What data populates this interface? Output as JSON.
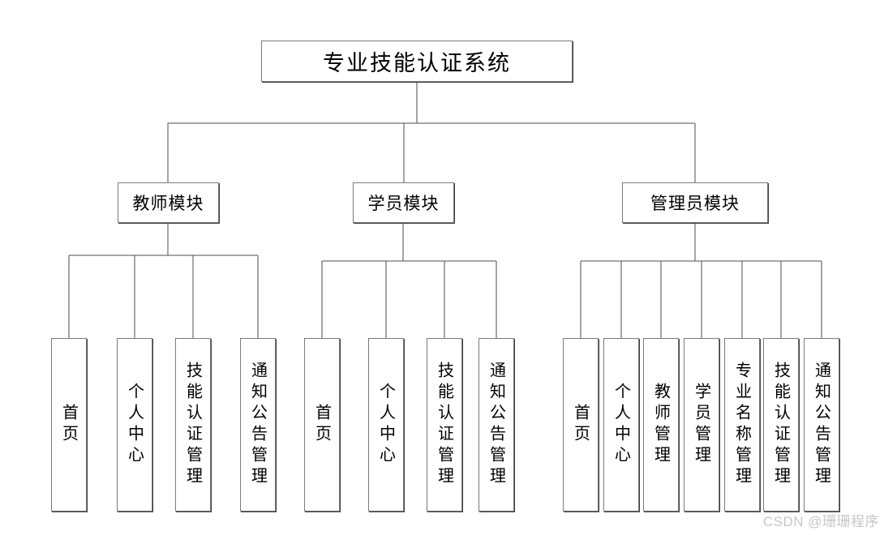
{
  "colors": {
    "background": "#ffffff",
    "line": "#4d4d4d",
    "box_border": "#7a7a7a",
    "box_shadow": "#3c3c3c",
    "text": "#000000",
    "watermark": "#c6c6c6"
  },
  "diagram": {
    "root": {
      "label": "专业技能认证系统"
    },
    "modules": [
      {
        "label": "教师模块",
        "children": [
          {
            "label": "首页"
          },
          {
            "label": "个人中心"
          },
          {
            "label": "技能认证管理"
          },
          {
            "label": "通知公告管理"
          }
        ]
      },
      {
        "label": "学员模块",
        "children": [
          {
            "label": "首页"
          },
          {
            "label": "个人中心"
          },
          {
            "label": "技能认证管理"
          },
          {
            "label": "通知公告管理"
          }
        ]
      },
      {
        "label": "管理员模块",
        "children": [
          {
            "label": "首页"
          },
          {
            "label": "个人中心"
          },
          {
            "label": "教师管理"
          },
          {
            "label": "学员管理"
          },
          {
            "label": "专业名称管理"
          },
          {
            "label": "技能认证管理"
          },
          {
            "label": "通知公告管理"
          }
        ]
      }
    ]
  },
  "watermark": {
    "text": "CSDN @珊珊程序"
  }
}
